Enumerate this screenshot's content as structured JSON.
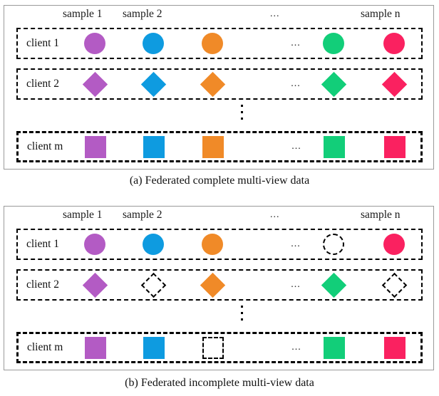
{
  "figure": {
    "colors": {
      "purple": "#B35BC4",
      "blue": "#0E9BE0",
      "orange": "#F08A28",
      "green": "#12CE79",
      "pink": "#FA2160",
      "frame": "#9a9a9a",
      "dash": "#000000"
    },
    "column_headers": {
      "sample_1": "sample 1",
      "sample_2": "sample 2",
      "ellipsis": "...",
      "sample_n": "sample n"
    },
    "row_dots": "...",
    "panels": [
      {
        "id": "panel-a",
        "caption": "(a) Federated complete multi-view data",
        "rows": [
          {
            "label": "client 1",
            "shape": "circle",
            "cells": [
              {
                "state": "present",
                "color": "#B35BC4"
              },
              {
                "state": "present",
                "color": "#0E9BE0"
              },
              {
                "state": "present",
                "color": "#F08A28"
              },
              {
                "state": "present",
                "color": "#12CE79"
              },
              {
                "state": "present",
                "color": "#FA2160"
              }
            ]
          },
          {
            "label": "client 2",
            "shape": "diamond",
            "cells": [
              {
                "state": "present",
                "color": "#B35BC4"
              },
              {
                "state": "present",
                "color": "#0E9BE0"
              },
              {
                "state": "present",
                "color": "#F08A28"
              },
              {
                "state": "present",
                "color": "#12CE79"
              },
              {
                "state": "present",
                "color": "#FA2160"
              }
            ]
          },
          {
            "label": "client m",
            "shape": "square",
            "cells": [
              {
                "state": "present",
                "color": "#B35BC4"
              },
              {
                "state": "present",
                "color": "#0E9BE0"
              },
              {
                "state": "present",
                "color": "#F08A28"
              },
              {
                "state": "present",
                "color": "#12CE79"
              },
              {
                "state": "present",
                "color": "#FA2160"
              }
            ]
          }
        ]
      },
      {
        "id": "panel-b",
        "caption": "(b) Federated incomplete multi-view data",
        "rows": [
          {
            "label": "client 1",
            "shape": "circle",
            "cells": [
              {
                "state": "present",
                "color": "#B35BC4"
              },
              {
                "state": "present",
                "color": "#0E9BE0"
              },
              {
                "state": "present",
                "color": "#F08A28"
              },
              {
                "state": "missing",
                "color": ""
              },
              {
                "state": "present",
                "color": "#FA2160"
              }
            ]
          },
          {
            "label": "client 2",
            "shape": "diamond",
            "cells": [
              {
                "state": "present",
                "color": "#B35BC4"
              },
              {
                "state": "missing",
                "color": ""
              },
              {
                "state": "present",
                "color": "#F08A28"
              },
              {
                "state": "present",
                "color": "#12CE79"
              },
              {
                "state": "missing",
                "color": ""
              }
            ]
          },
          {
            "label": "client m",
            "shape": "square",
            "cells": [
              {
                "state": "present",
                "color": "#B35BC4"
              },
              {
                "state": "present",
                "color": "#0E9BE0"
              },
              {
                "state": "missing",
                "color": ""
              },
              {
                "state": "present",
                "color": "#12CE79"
              },
              {
                "state": "present",
                "color": "#FA2160"
              }
            ]
          }
        ]
      }
    ]
  }
}
